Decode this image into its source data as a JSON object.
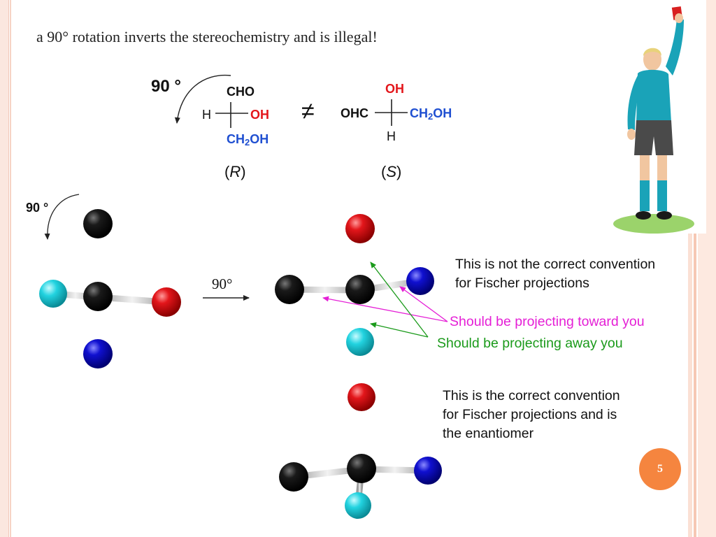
{
  "slide": {
    "title": "a 90° rotation inverts the stereochemistry and is illegal!",
    "page_number": "5"
  },
  "fischer_left": {
    "rotation_label": "90 °",
    "top": "CHO",
    "left": "H",
    "right": "OH",
    "bottom_prefix": "CH",
    "bottom_sub": "2",
    "bottom_suffix": "OH",
    "config_open": "(",
    "config_letter": "R",
    "config_close": ")"
  },
  "not_equal_symbol": "≠",
  "fischer_right": {
    "top": "OH",
    "left": "OHC",
    "right_prefix": "CH",
    "right_sub": "2",
    "right_suffix": "OH",
    "bottom": "H",
    "config_open": "(",
    "config_letter": "S",
    "config_close": ")"
  },
  "model_rotation_label": "90 °",
  "arrow_label": "90°",
  "notes": {
    "incorrect_line1": "This is not the correct convention",
    "incorrect_line2": "for Fischer  projections",
    "toward": "Should be projecting toward you",
    "away": "Should be projecting away you",
    "correct_line1": "This is the correct convention",
    "correct_line2": "for Fischer  projections and is",
    "correct_line3": "the enantiomer"
  },
  "colors": {
    "carbon": "#111111",
    "oxygen": "#e3161b",
    "nitrogen_blue": "#1010d0",
    "cyan": "#22d3e0",
    "toward_arrow": "#e51fd6",
    "away_arrow": "#1a9a1a",
    "accent_orange": "#f5853f"
  }
}
